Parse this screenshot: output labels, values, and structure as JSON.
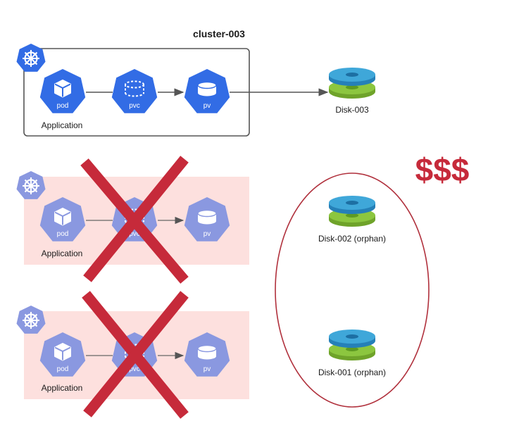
{
  "colors": {
    "k8s_blue": "#326ce5",
    "faded_blue": "#8a98e0",
    "pink_bg": "#fde0de",
    "red": "#c62a3a",
    "disk_top": "#3fa7d9",
    "disk_bottom": "#8cc63f"
  },
  "cluster_active": {
    "title": "cluster-003",
    "app_label": "Application",
    "nodes": [
      "pod",
      "pvc",
      "pv"
    ],
    "disk_label": "Disk-003"
  },
  "cluster_deleted_1": {
    "app_label": "Application",
    "nodes": [
      "pod",
      "pvc",
      "pv"
    ]
  },
  "cluster_deleted_2": {
    "app_label": "Application",
    "nodes": [
      "pod",
      "pvc",
      "pv"
    ]
  },
  "orphans": {
    "cost_label": "$$$",
    "disk_1_label": "Disk-002 (orphan)",
    "disk_2_label": "Disk-001 (orphan)"
  },
  "icons": {
    "cluster": "kubernetes-helm-icon",
    "pod": "cube-icon",
    "pvc": "dashed-cylinder-icon",
    "pv": "cylinder-icon",
    "disk": "stacked-disk-icon"
  }
}
